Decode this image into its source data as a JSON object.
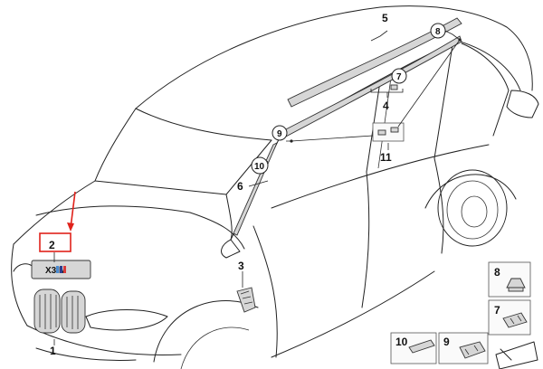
{
  "diagram": {
    "callouts": {
      "c1": "1",
      "c2": "2",
      "c3": "3",
      "c4": "4",
      "c5": "5",
      "c6": "6",
      "c7": "7",
      "c8": "8",
      "c9": "9",
      "c10": "10",
      "c11": "11"
    },
    "legend_boxes": {
      "b8": "8",
      "b7": "7",
      "b10": "10",
      "b9": "9"
    },
    "badge_text": "X3 M",
    "highlight_color": "#e0221b"
  }
}
